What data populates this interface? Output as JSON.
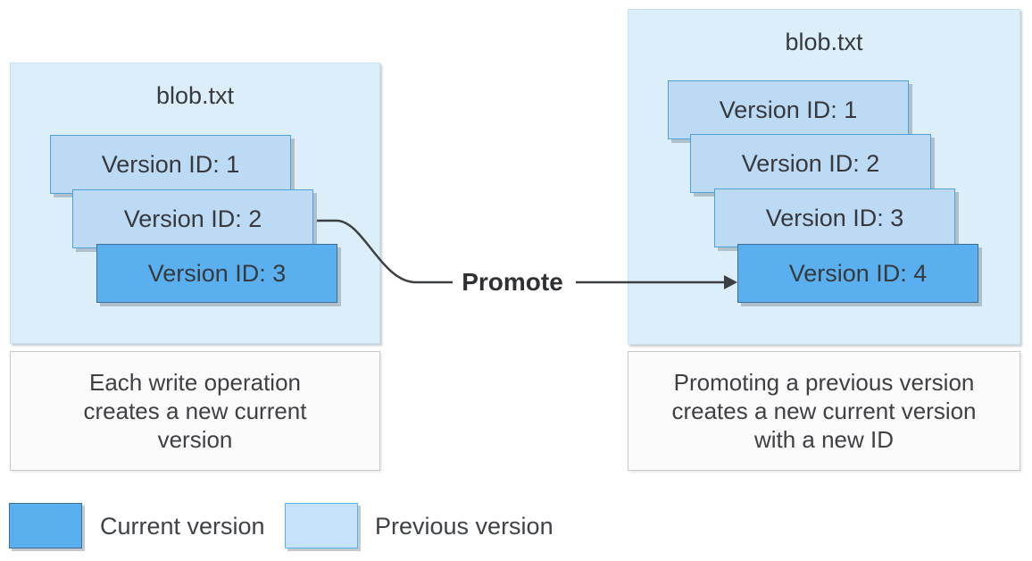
{
  "diagram": {
    "left_panel": {
      "title": "blob.txt",
      "versions": [
        {
          "label": "Version ID: 1",
          "state": "previous"
        },
        {
          "label": "Version ID: 2",
          "state": "previous"
        },
        {
          "label": "Version ID: 3",
          "state": "current"
        }
      ],
      "caption": "Each write operation creates a new current version"
    },
    "right_panel": {
      "title": "blob.txt",
      "versions": [
        {
          "label": "Version ID: 1",
          "state": "previous"
        },
        {
          "label": "Version ID: 2",
          "state": "previous"
        },
        {
          "label": "Version ID: 3",
          "state": "previous"
        },
        {
          "label": "Version ID: 4",
          "state": "current"
        }
      ],
      "caption": "Promoting a previous version creates a new current version with a new ID"
    },
    "connector": {
      "label": "Promote",
      "from": "Version ID: 2",
      "to": "Version ID: 4"
    },
    "legend": [
      {
        "swatch": "current-version-swatch",
        "label": "Current version"
      },
      {
        "swatch": "previous-version-swatch",
        "label": "Previous version"
      }
    ],
    "colors": {
      "current_version_fill": "#5aafef",
      "previous_version_fill": "#bcdaf4",
      "legend_previous_fill": "#c6e2f8",
      "panel_fill": "#dbeef9",
      "caption_fill": "#fbfbfb",
      "arrow_stroke": "#3c4043",
      "text": "#3a3d41"
    }
  }
}
